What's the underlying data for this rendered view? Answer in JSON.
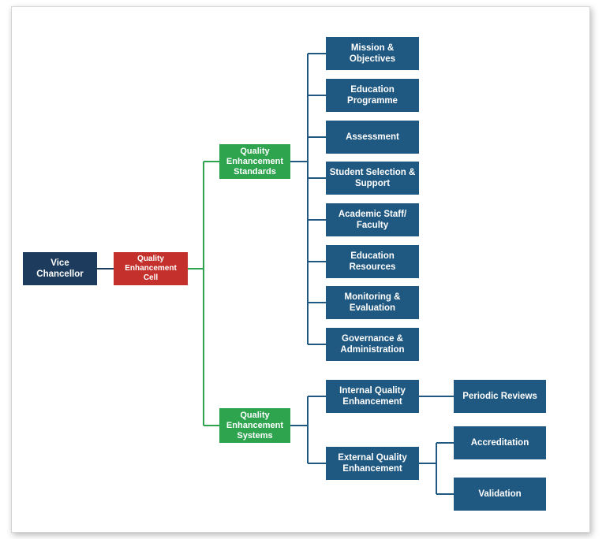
{
  "diagram": {
    "root": "Vice Chancellor",
    "cell": "Quality\nEnhancement Cell",
    "standards": {
      "label": "Quality\nEnhancement\nStandards",
      "items": [
        "Mission &\nObjectives",
        "Education\nProgramme",
        "Assessment",
        "Student Selection &\nSupport",
        "Academic Staff/\nFaculty",
        "Education\nResources",
        "Monitoring &\nEvaluation",
        "Governance &\nAdministration"
      ]
    },
    "systems": {
      "label": "Quality\nEnhancement\nSystems",
      "internal": {
        "label": "Internal Quality\nEnhancement",
        "child": "Periodic Reviews"
      },
      "external": {
        "label": "External Quality\nEnhancement",
        "children": [
          "Accreditation",
          "Validation"
        ]
      }
    },
    "colors": {
      "root": "#1d3b5c",
      "cell": "#c4302b",
      "category": "#2ea44f",
      "item": "#1f5880",
      "line_green": "#2ea44f",
      "line_blue": "#1f5880",
      "line_navy": "#1d3b5c"
    }
  }
}
